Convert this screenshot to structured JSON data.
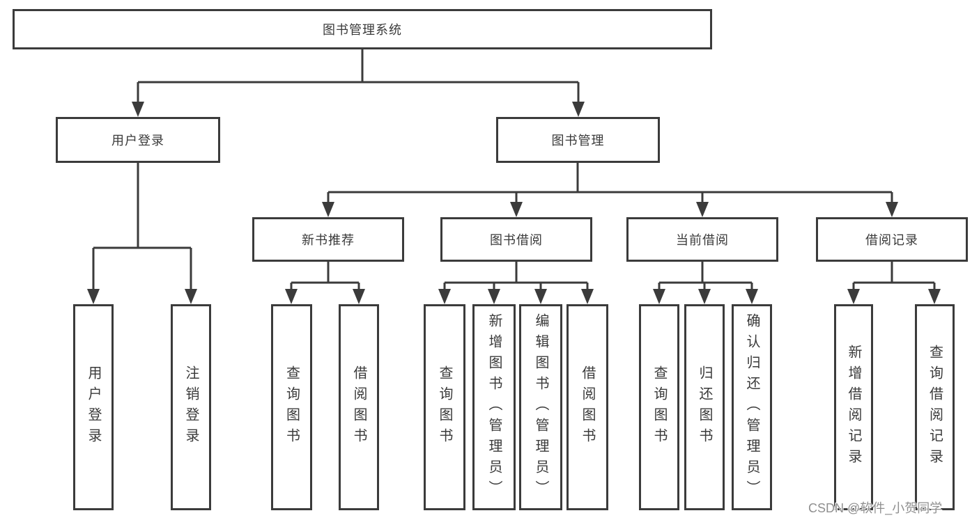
{
  "diagram": {
    "type": "hierarchy-tree",
    "tree": {
      "label": "图书管理系统",
      "children": [
        {
          "label": "用户登录",
          "children": [
            {
              "label": "用户登录"
            },
            {
              "label": "注销登录"
            }
          ]
        },
        {
          "label": "图书管理",
          "children": [
            {
              "label": "新书推荐",
              "children": [
                {
                  "label": "查询图书"
                },
                {
                  "label": "借阅图书"
                }
              ]
            },
            {
              "label": "图书借阅",
              "children": [
                {
                  "label": "查询图书"
                },
                {
                  "label": "新增图书（管理员）"
                },
                {
                  "label": "编辑图书（管理员）"
                },
                {
                  "label": "借阅图书"
                }
              ]
            },
            {
              "label": "当前借阅",
              "children": [
                {
                  "label": "查询图书"
                },
                {
                  "label": "归还图书"
                },
                {
                  "label": "确认归还（管理员）"
                }
              ]
            },
            {
              "label": "借阅记录",
              "children": [
                {
                  "label": "新增借阅记录"
                },
                {
                  "label": "查询借阅记录"
                }
              ]
            }
          ]
        }
      ]
    },
    "colors": {
      "line": "#3b3b3b",
      "text": "#3a3a3a",
      "watermark": "#8f8f8f",
      "background": "#ffffff"
    }
  },
  "watermark": "CSDN @软件_小贺同学"
}
